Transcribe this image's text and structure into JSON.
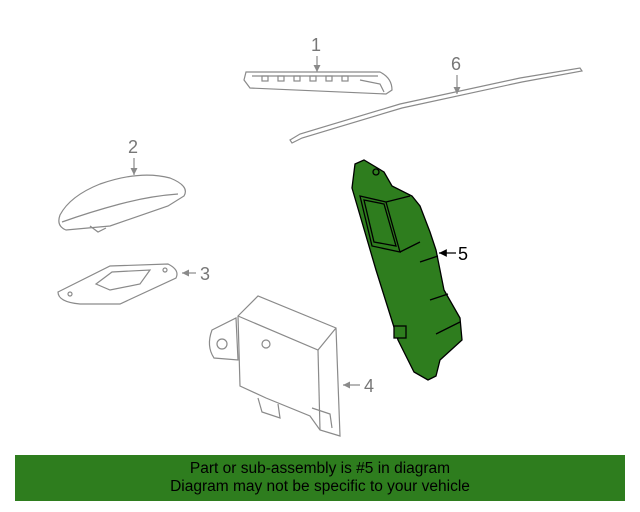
{
  "diagram": {
    "callouts": [
      "1",
      "2",
      "3",
      "4",
      "5",
      "6"
    ],
    "highlighted_part": "5",
    "highlight_color": "#2e7d1e",
    "line_color": "#8a8a8a"
  },
  "banner": {
    "line1": "Part or sub-assembly is #5 in diagram",
    "line2": "Diagram may not be specific to your vehicle",
    "background": "#2e7d1e"
  }
}
